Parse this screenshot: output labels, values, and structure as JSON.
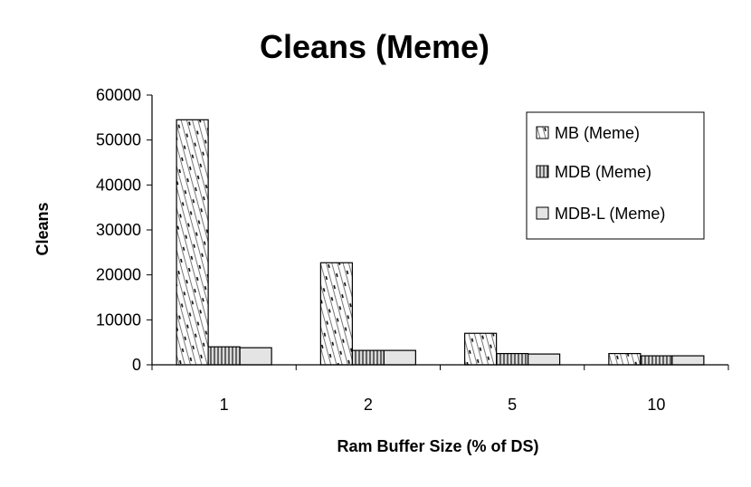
{
  "chart_data": {
    "type": "bar",
    "title": "Cleans (Meme)",
    "xlabel": "Ram Buffer Size (% of DS)",
    "ylabel": "Cleans",
    "categories": [
      "1",
      "2",
      "5",
      "10"
    ],
    "ylim": [
      0,
      60000
    ],
    "yticks": [
      "0",
      "10000",
      "20000",
      "30000",
      "40000",
      "50000",
      "60000"
    ],
    "grid": false,
    "legend_position": "right",
    "series": [
      {
        "name": "MB (Meme)",
        "values": [
          54500,
          22700,
          7000,
          2500
        ],
        "pattern": "diagonal-dashes"
      },
      {
        "name": "MDB (Meme)",
        "values": [
          4000,
          3200,
          2500,
          2000
        ],
        "pattern": "vertical-stripes"
      },
      {
        "name": "MDB-L (Meme)",
        "values": [
          3800,
          3200,
          2400,
          2000
        ],
        "pattern": "light-gray"
      }
    ]
  }
}
